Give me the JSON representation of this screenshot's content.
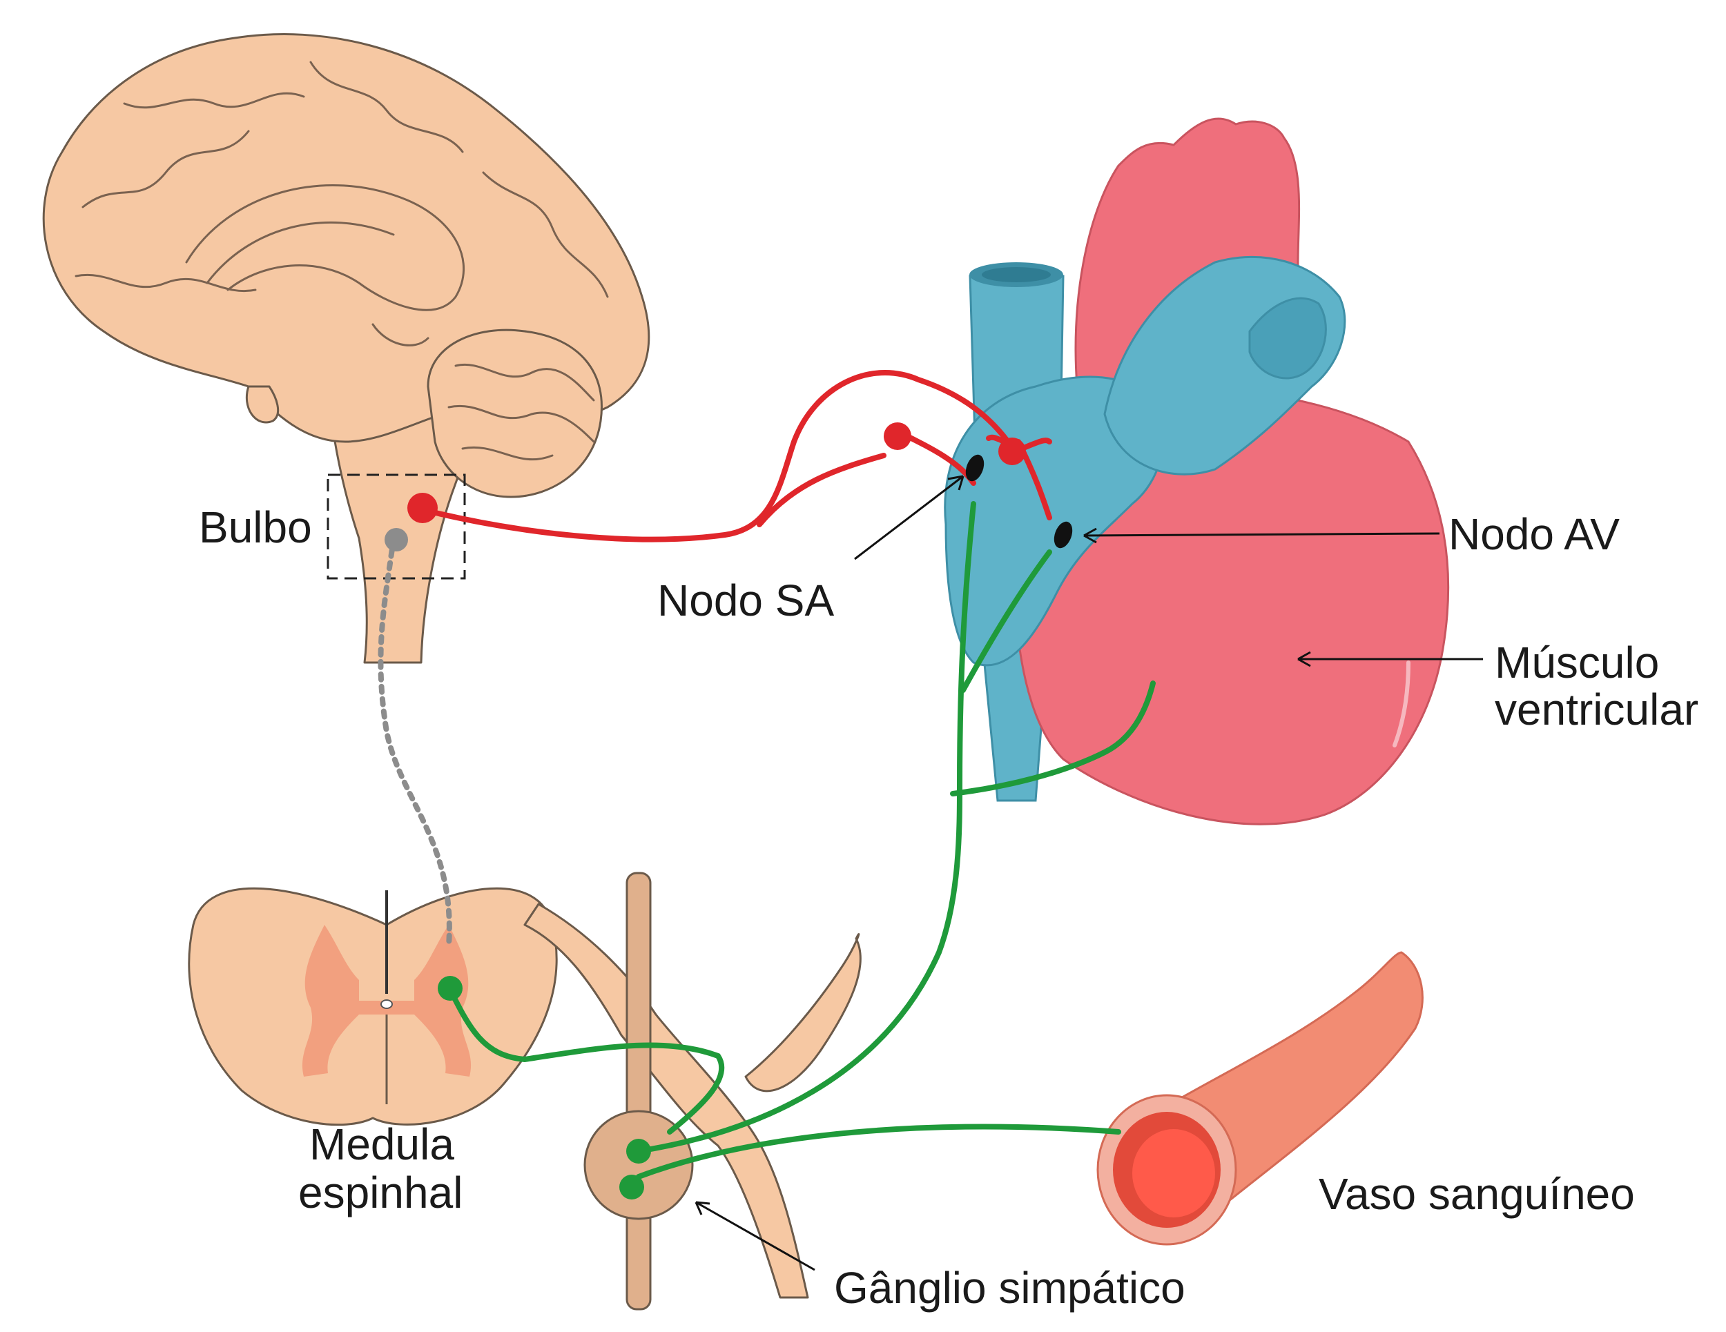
{
  "labels": {
    "bulbo": "Bulbo",
    "nodo_sa": "Nodo SA",
    "nodo_av": "Nodo AV",
    "musculo_line1": "Músculo",
    "musculo_line2": "ventricular",
    "medula_line1": "Medula",
    "medula_line2": "espinhal",
    "vaso": "Vaso sanguíneo",
    "ganglio": "Gânglio simpático"
  },
  "colors": {
    "brain": "#f6c8a3",
    "heart_red": "#ef6f7c",
    "heart_blue": "#5fb3c9",
    "parasympathetic": "#e0262b",
    "sympathetic": "#1f9a3a",
    "descending_pathway": "#8c8c8c",
    "vessel": "#f07a6a"
  }
}
